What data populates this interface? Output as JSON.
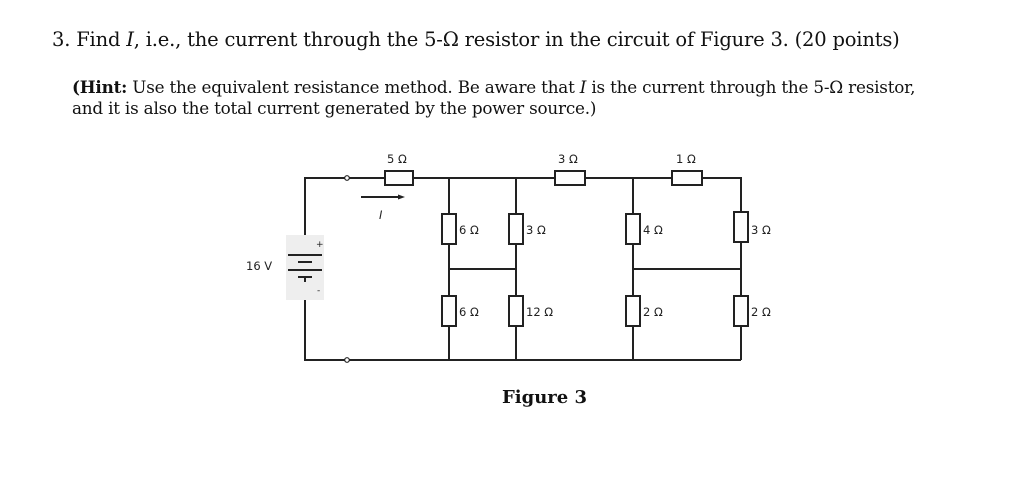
{
  "question": {
    "number": "3.",
    "pre": "Find ",
    "var": "I",
    "post": ", i.e., the current through the 5-Ω resistor in the circuit of Figure 3. (20 points)"
  },
  "hint": {
    "open": "(",
    "label": "Hint:",
    "line1_pre": " Use the equivalent resistance method. Be aware that ",
    "line1_var": "I",
    "line1_post": " is the current through the 5-Ω resistor,",
    "line2": "and it is also the total current generated by the power source.)"
  },
  "figure": {
    "caption": "Figure 3",
    "source": {
      "label": "16 V",
      "plus": "+",
      "minus": "-"
    },
    "current_label": "I",
    "resistors": {
      "r_series_5": "5 Ω",
      "r_top_3": "3 Ω",
      "r_top_1": "1 Ω",
      "r_col1_top_6": "6 Ω",
      "r_col1_bot_6": "6 Ω",
      "r_col2_top_3": "3 Ω",
      "r_col2_bot_12": "12 Ω",
      "r_col3_top_4": "4 Ω",
      "r_col3_bot_2": "2 Ω",
      "r_col4_top_3": "3 Ω",
      "r_col4_bot_2": "2 Ω"
    }
  }
}
